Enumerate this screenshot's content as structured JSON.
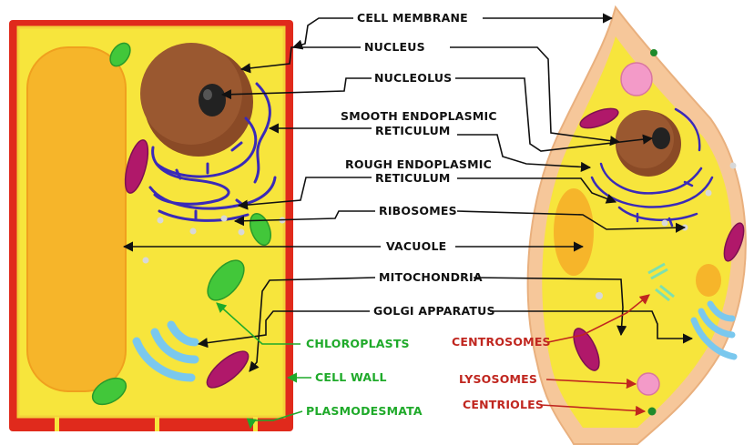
{
  "labels": {
    "cell_membrane": "CELL MEMBRANE",
    "nucleus": "NUCLEUS",
    "nucleolus": "NUCLEOLUS",
    "smooth_er_line1": "SMOOTH ENDOPLASMIC",
    "smooth_er_line2": "RETICULUM",
    "rough_er_line1": "ROUGH ENDOPLASMIC",
    "rough_er_line2": "RETICULUM",
    "ribosomes": "RIBOSOMES",
    "vacuole": "VACUOLE",
    "mitochondria": "MITOCHONDRIA",
    "golgi": "GOLGI APPARATUS",
    "chloroplasts": "CHLOROPLASTS",
    "cell_wall": "CELL WALL",
    "plasmodesmata": "PLASMODESMATA",
    "centrosomes": "CENTROSOMES",
    "lysosomes": "LYSOSOMES",
    "centrioles": "CENTRIOLES"
  },
  "colors": {
    "shared_label": "#111111",
    "plant_only_label": "#1faa2a",
    "animal_only_label": "#c0261f",
    "cell_wall": "#e02a1c",
    "cytoplasm": "#f7e53c",
    "vacuole": "#f6b52a",
    "nucleus": "#8a4a26",
    "er": "#3a2ab8",
    "chloroplast": "#42c73a",
    "mitochondria": "#b0186a",
    "golgi": "#7ac8ee",
    "animal_membrane": "#f6c79a"
  }
}
